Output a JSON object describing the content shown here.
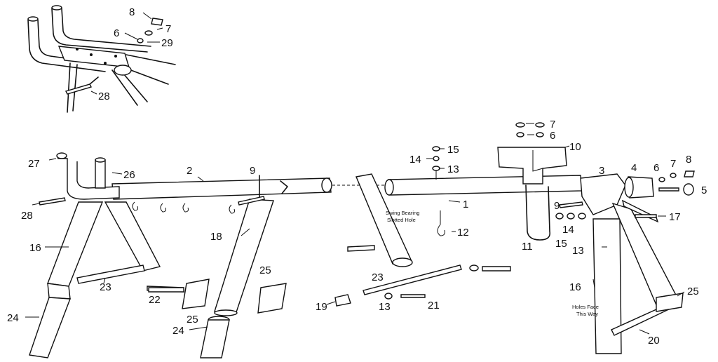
{
  "callouts": [
    {
      "id": "c8a",
      "text": "8"
    },
    {
      "id": "c6a",
      "text": "6"
    },
    {
      "id": "c7a",
      "text": "7"
    },
    {
      "id": "c29",
      "text": "29"
    },
    {
      "id": "c28a",
      "text": "28"
    },
    {
      "id": "c27",
      "text": "27"
    },
    {
      "id": "c26",
      "text": "26"
    },
    {
      "id": "c2",
      "text": "2"
    },
    {
      "id": "c9a",
      "text": "9"
    },
    {
      "id": "c28b",
      "text": "28"
    },
    {
      "id": "c16a",
      "text": "16"
    },
    {
      "id": "c18",
      "text": "18"
    },
    {
      "id": "c25a",
      "text": "25"
    },
    {
      "id": "c23a",
      "text": "23"
    },
    {
      "id": "c22",
      "text": "22"
    },
    {
      "id": "c24a",
      "text": "24"
    },
    {
      "id": "c25b",
      "text": "25"
    },
    {
      "id": "c24b",
      "text": "24"
    },
    {
      "id": "c19",
      "text": "19"
    },
    {
      "id": "c13a",
      "text": "13"
    },
    {
      "id": "c21",
      "text": "21"
    },
    {
      "id": "c23b",
      "text": "23"
    },
    {
      "id": "c14a",
      "text": "14"
    },
    {
      "id": "c15a",
      "text": "15"
    },
    {
      "id": "c13b",
      "text": "13"
    },
    {
      "id": "c1",
      "text": "1"
    },
    {
      "id": "c12",
      "text": "12"
    },
    {
      "id": "c7b",
      "text": "7"
    },
    {
      "id": "c6b",
      "text": "6"
    },
    {
      "id": "c10",
      "text": "10"
    },
    {
      "id": "c11",
      "text": "11"
    },
    {
      "id": "c9b",
      "text": "9"
    },
    {
      "id": "c14b",
      "text": "14"
    },
    {
      "id": "c15b",
      "text": "15"
    },
    {
      "id": "c13c",
      "text": "13"
    },
    {
      "id": "c3",
      "text": "3"
    },
    {
      "id": "c4",
      "text": "4"
    },
    {
      "id": "c6c",
      "text": "6"
    },
    {
      "id": "c7c",
      "text": "7"
    },
    {
      "id": "c8b",
      "text": "8"
    },
    {
      "id": "c5",
      "text": "5"
    },
    {
      "id": "c17",
      "text": "17"
    },
    {
      "id": "c16b",
      "text": "16"
    },
    {
      "id": "c25c",
      "text": "25"
    },
    {
      "id": "c20",
      "text": "20"
    }
  ],
  "notes": {
    "swing_bearing_line1": "Swing Bearing",
    "swing_bearing_line2": "Slotted Hole",
    "holes_face_line1": "Holes Face",
    "holes_face_line2": "This Way"
  }
}
